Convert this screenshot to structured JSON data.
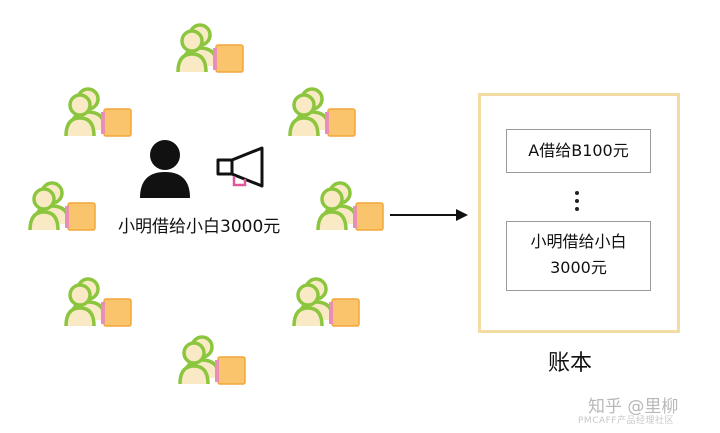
{
  "speaker": {
    "caption": "小明借给小白3000元"
  },
  "ledger": {
    "title": "账本",
    "entries": [
      {
        "line1": "A借给B100元"
      },
      {
        "line1": "小明借给小白",
        "line2": "3000元"
      }
    ]
  },
  "watermark": {
    "main": "知乎 @里柳",
    "sub": "PMCAFF产品经理社区"
  },
  "colors": {
    "person_outline": "#8cc63f",
    "person_fill": "#f9e9c4",
    "box_fill": "#f9c46b",
    "box_stroke": "#f2a63a",
    "ledger_border": "#f2dca4",
    "megaphone_stroke": "#111111",
    "megaphone_accent": "#e05a9a"
  },
  "icons": {
    "user": "user-with-package-icon",
    "speaker": "person-silhouette-icon",
    "megaphone": "megaphone-icon",
    "arrow": "arrow-right-icon"
  }
}
